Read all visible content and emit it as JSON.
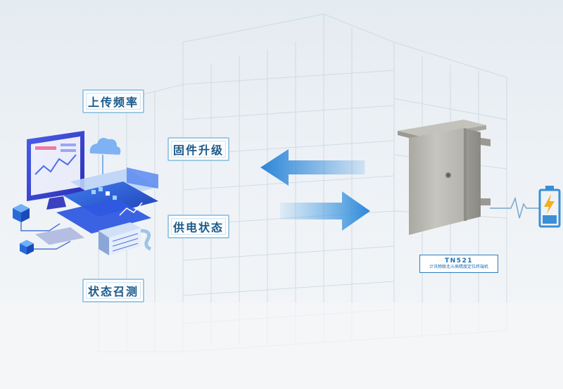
{
  "features": [
    {
      "label": "上传频率",
      "icon": "upload-frequency"
    },
    {
      "label": "固件升级",
      "icon": "firmware-upgrade"
    },
    {
      "label": "供电状态",
      "icon": "power-status"
    },
    {
      "label": "状态召测",
      "icon": "status-polling"
    }
  ],
  "device": {
    "model": "TN521",
    "description": "计讯物联北斗高精度定位终端机"
  },
  "colors": {
    "label_border": "#9ec9e3",
    "label_text": "#1c5a8a",
    "arrow_blue": "#2f8fd8",
    "battery_blue": "#3a8fd6",
    "cabinet_gray": "#b9b8b1"
  }
}
